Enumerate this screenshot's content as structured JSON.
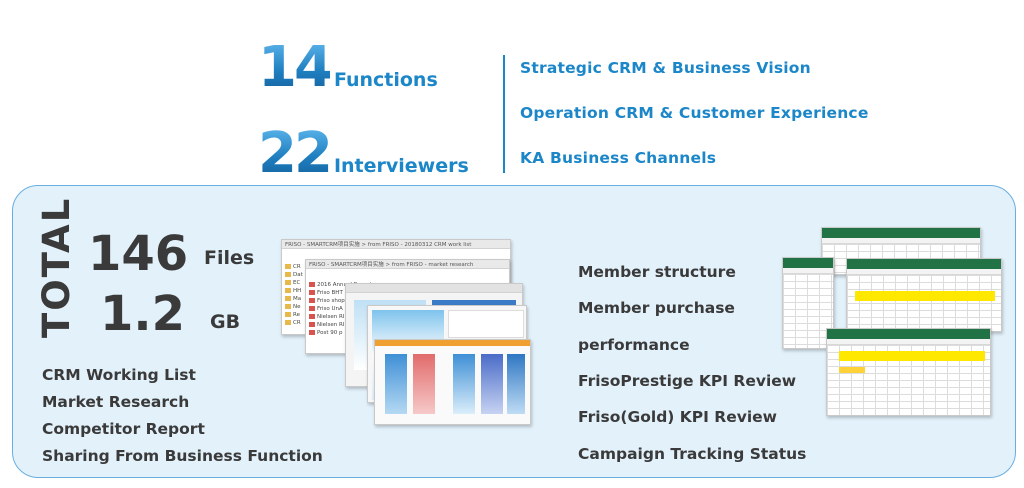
{
  "stats": [
    {
      "number": "14",
      "label": "Functions"
    },
    {
      "number": "22",
      "label": "Interviewers"
    }
  ],
  "topics": [
    "Strategic CRM & Business Vision",
    "Operation CRM & Customer Experience",
    "KA Business Channels"
  ],
  "total": {
    "word": "TOTAL",
    "files_value": "146",
    "files_unit": "Files",
    "size_value": "1.2",
    "size_unit": "GB"
  },
  "left_items": [
    "CRM Working List",
    "Market Research",
    "Competitor Report",
    "Sharing From Business Function"
  ],
  "right_items": [
    "Member structure",
    "Member purchase",
    "performance",
    "FrisoPrestige KPI Review",
    "Friso(Gold) KPI Review",
    "Campaign Tracking Status"
  ],
  "file_window_1": {
    "path": "FRISO - SMARTCRM项目实施 > from FRISO - 20180312 CRM work list",
    "folders": [
      "CR",
      "Dat",
      "EC",
      "HH",
      "Ma",
      "Ne",
      "Re",
      "CR"
    ]
  },
  "file_window_2": {
    "path": "FRISO - SMARTCRM项目实施 > from FRISO - market research",
    "files": [
      "2016 Annual Report",
      "Friso BHT",
      "Friso shop",
      "Friso UnA",
      "Nielsen RI",
      "Nielsen RI",
      "Post 90 p"
    ]
  },
  "colors": {
    "accent_blue": "#1b86c8",
    "panel_bg": "#e3f1fb",
    "panel_border": "#6aaee0",
    "dark_text": "#3a3a3a",
    "excel_green": "#217346",
    "highlight_yellow": "#ffe800"
  }
}
